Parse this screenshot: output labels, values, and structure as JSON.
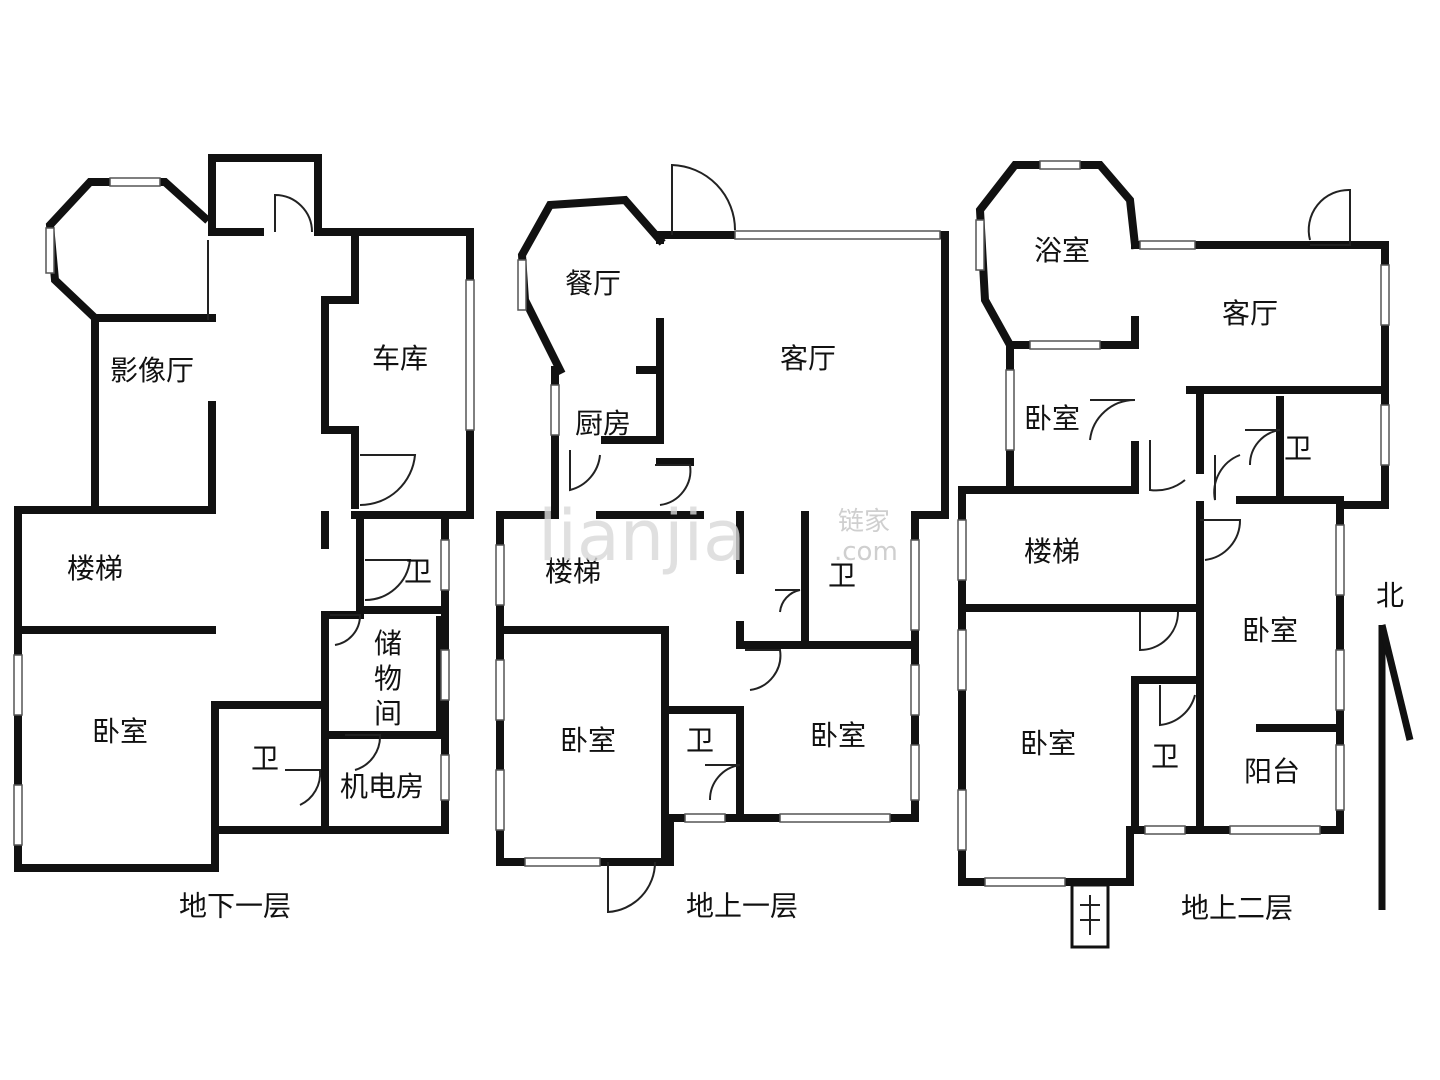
{
  "floors": [
    {
      "caption": "地下一层",
      "rooms": [
        "影像厅",
        "车库",
        "楼梯",
        "卫",
        "储",
        "物",
        "间",
        "卧室",
        "卫",
        "机电房"
      ]
    },
    {
      "caption": "地上一层",
      "rooms": [
        "餐厅",
        "客厅",
        "厨房",
        "楼梯",
        "卫",
        "卧室",
        "卫",
        "卧室"
      ]
    },
    {
      "caption": "地上二层",
      "rooms": [
        "浴室",
        "客厅",
        "卧室",
        "卫",
        "楼梯",
        "卧室",
        "卧室",
        "卫",
        "阳台"
      ]
    }
  ],
  "compass": {
    "label": "北"
  },
  "watermark": {
    "brand": "lianjia",
    "cn": "链家",
    "domain": ".com"
  }
}
